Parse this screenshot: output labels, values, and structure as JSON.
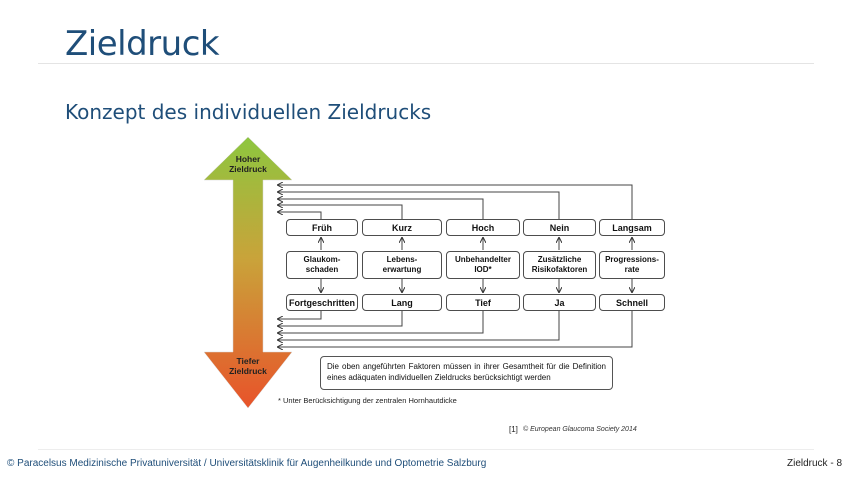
{
  "slide": {
    "title": "Zieldruck",
    "subtitle": "Konzept des individuellen Zieldrucks"
  },
  "diagram": {
    "arrow": {
      "top_label": "Hoher\nZieldruck",
      "bottom_label": "Tiefer\nZieldruck",
      "top_color": "#8dc63f",
      "mid_color": "#c9a33a",
      "bottom_color": "#e8532a"
    },
    "columns": [
      {
        "top": "Früh",
        "factor": "Glaukom-\nschaden",
        "bottom": "Fortgeschritten"
      },
      {
        "top": "Kurz",
        "factor": "Lebens-\nerwartung",
        "bottom": "Lang"
      },
      {
        "top": "Hoch",
        "factor": "Unbehandelter\nIOD*",
        "bottom": "Tief"
      },
      {
        "top": "Nein",
        "factor": "Zusätzliche\nRisikofaktoren",
        "bottom": "Ja"
      },
      {
        "top": "Langsam",
        "factor": "Progressions-\nrate",
        "bottom": "Schnell"
      }
    ],
    "note": "Die oben angeführten Faktoren müssen in ihrer Gesamtheit für die Definition eines adäquaten individuellen Zieldrucks berücksichtigt werden",
    "footnote": "* Unter Berücksichtigung der zentralen Hornhautdicke",
    "reference": "[1]",
    "copyright": "© European Glaucoma Society 2014"
  },
  "footer": {
    "left": "© Paracelsus Medizinische Privatuniversität / Universitätsklinik für Augenheilkunde und Optometrie Salzburg",
    "right": "Zieldruck - 8"
  }
}
